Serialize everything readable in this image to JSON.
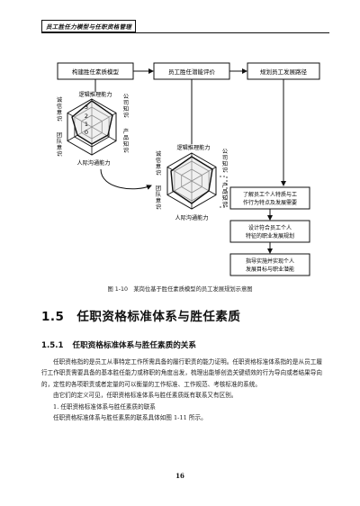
{
  "header": {
    "title": "员工胜任力模型与任职资格管理"
  },
  "figure": {
    "top_boxes": [
      "构建胜任素质模型",
      "员工胜任潜能评价",
      "规划员工发展路径"
    ],
    "radar_labels": {
      "top": "逻辑推理能力",
      "right_top": "公司知识",
      "right_bottom": "产品知识",
      "bottom": "人际沟通能力",
      "left_bottom": "团队意识",
      "left_top": "诚信意识"
    },
    "scale": [
      "3",
      "2",
      "1",
      "0"
    ],
    "right_boxes": [
      "了解员工个人特质与工作行为特点及发展需要",
      "设计符合员工个人特征的职业发展规划",
      "指导实施并实现个人发展目标与职业潜能"
    ],
    "caption": "图 1-10　某岗位基于胜任素质模型的员工发展规划示意图"
  },
  "section": {
    "number": "1.5",
    "title": "任职资格标准体系与胜任素质"
  },
  "subsection": {
    "number": "1.5.1",
    "title": "任职资格标准体系与胜任素质的关系"
  },
  "paragraphs": [
    "任职资格指的是员工从事特定工作所需具备的履行职责的能力证明。任职资格标准体系指的是从员工履行工作职责需要具备的基本胜任能力或称职的角度出发，梳理出能够创造关键绩效的行为导向或者结果导向的，定性的各项职责或者定量的可以衡量的工作标准、工作规范、考核标准的系统。",
    "由它们的定义可见，任职资格标准体系与胜任素质既有联系又有区别。",
    "1. 任职资格标准体系与胜任素质的联系",
    "任职资格标准体系与胜任素质的联系具体如图 1-11 所示。"
  ],
  "page_number": "16"
}
